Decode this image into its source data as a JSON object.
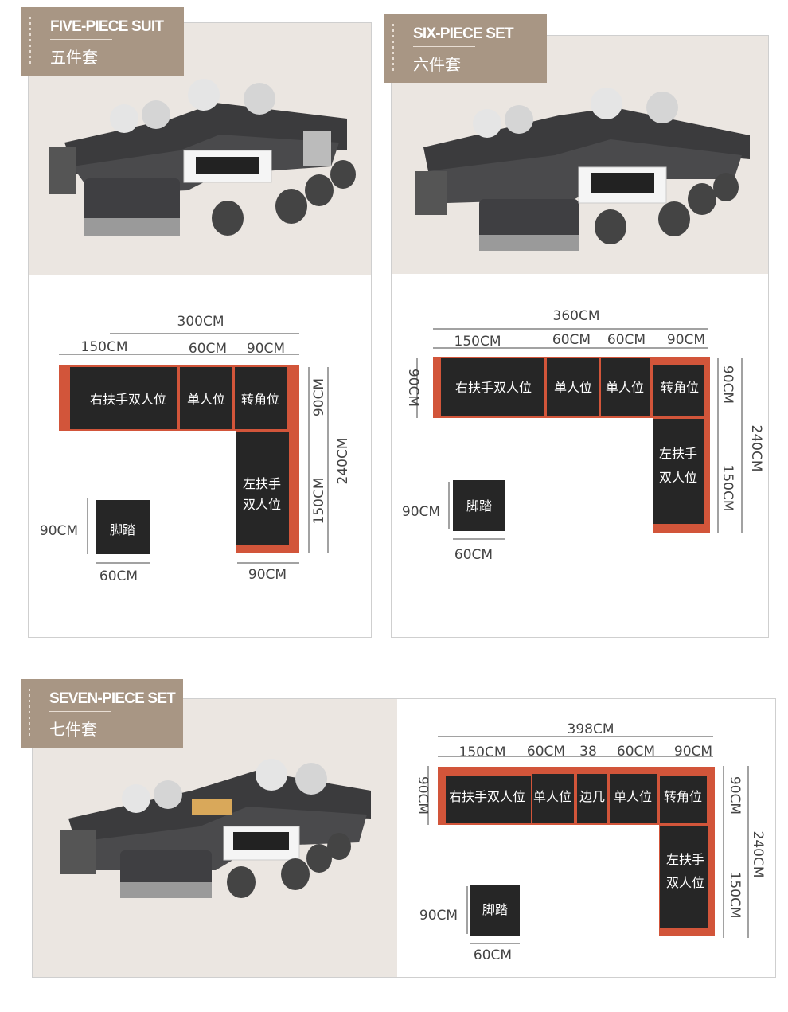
{
  "five": {
    "title_en": "FIVE-PIECE SUIT",
    "title_zh": "五件套",
    "dims": {
      "total_w": "300CM",
      "left_w": "150CM",
      "mid_w": "60CM",
      "corner_w": "90CM",
      "depth_r": "90CM",
      "lower_r": "150CM",
      "total_h": "240CM",
      "ottoman_h": "90CM",
      "ottoman_w": "60CM",
      "bottom_w": "90CM"
    },
    "labels": {
      "right_loveseat": "右扶手双人位",
      "single": "单人位",
      "corner": "转角位",
      "left_loveseat_1": "左扶手",
      "left_loveseat_2": "双人位",
      "ottoman": "脚踏"
    }
  },
  "six": {
    "title_en": "SIX-PIECE SET",
    "title_zh": "六件套",
    "dims": {
      "total_w": "360CM",
      "left_w": "150CM",
      "s1_w": "60CM",
      "s2_w": "60CM",
      "corner_w": "90CM",
      "depth_l": "90CM",
      "depth_r": "90CM",
      "lower_r": "150CM",
      "total_h": "240CM",
      "ottoman_h": "90CM",
      "ottoman_w": "60CM"
    },
    "labels": {
      "right_loveseat": "右扶手双人位",
      "single1": "单人位",
      "single2": "单人位",
      "corner": "转角位",
      "left_loveseat_1": "左扶手",
      "left_loveseat_2": "双人位",
      "ottoman": "脚踏"
    }
  },
  "seven": {
    "title_en": "SEVEN-PIECE SET",
    "title_zh": "七件套",
    "dims": {
      "total_w": "398CM",
      "left_w": "150CM",
      "s1_w": "60CM",
      "table_w": "38",
      "s2_w": "60CM",
      "corner_w": "90CM",
      "depth_l": "90CM",
      "depth_r": "90CM",
      "lower_r": "150CM",
      "total_h": "240CM",
      "ottoman_h": "90CM",
      "ottoman_w": "60CM"
    },
    "labels": {
      "right_loveseat": "右扶手双人位",
      "single1": "单人位",
      "side_table": "边几",
      "single2": "单人位",
      "corner": "转角位",
      "left_loveseat_1": "左扶手",
      "left_loveseat_2": "双人位",
      "ottoman": "脚踏"
    }
  },
  "colors": {
    "tag_bg": "#a89684",
    "photo_bg": "#ebe6e1",
    "accent": "#d2553a",
    "block": "#262626"
  }
}
